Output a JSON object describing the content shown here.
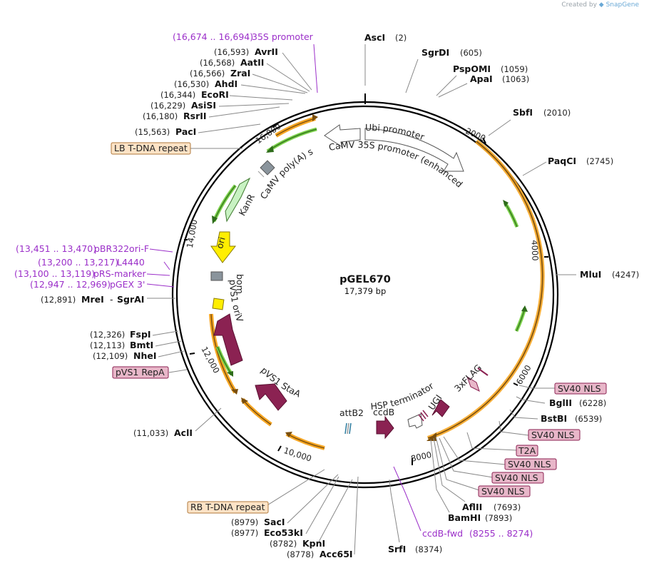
{
  "credit": {
    "prefix": "Created by",
    "brand": "SnapGene"
  },
  "plasmid": {
    "name": "pGEL670",
    "size": "17,379 bp"
  },
  "colors": {
    "orange": "#f6a623",
    "orange_edge": "#8a5a0e",
    "green": "#7bd14a",
    "green_edge": "#2d6b1a",
    "maroon": "#8b2252",
    "lightpink": "#e8b7c9",
    "primer": "#9b2fc9",
    "yellow": "#ffee00"
  },
  "ticks": [
    {
      "label": "2000"
    },
    {
      "label": "4000"
    },
    {
      "label": "6000"
    },
    {
      "label": "8000"
    },
    {
      "label": "10,000"
    },
    {
      "label": "12,000"
    },
    {
      "label": "14,000"
    },
    {
      "label": "16,000"
    }
  ],
  "right_sites": [
    {
      "name": "AscI",
      "pos": "(2)"
    },
    {
      "name": "SgrDI",
      "pos": "(605)"
    },
    {
      "name": "PspOMI",
      "pos": "(1059)"
    },
    {
      "name": "ApaI",
      "pos": "(1063)"
    },
    {
      "name": "SbfI",
      "pos": "(2010)"
    },
    {
      "name": "PaqCI",
      "pos": "(2745)"
    },
    {
      "name": "MluI",
      "pos": "(4247)"
    },
    {
      "name": "BglII",
      "pos": "(6228)"
    },
    {
      "name": "BstBI",
      "pos": "(6539)"
    },
    {
      "name": "AflII",
      "pos": "(7693)"
    },
    {
      "name": "BamHI",
      "pos": "(7893)"
    },
    {
      "name": "SrfI",
      "pos": "(8374)"
    }
  ],
  "right_boxes": [
    {
      "label": "SV40 NLS"
    },
    {
      "label": "SV40 NLS"
    },
    {
      "label": "T2A"
    },
    {
      "label": "SV40 NLS"
    },
    {
      "label": "SV40 NLS"
    },
    {
      "label": "SV40 NLS"
    }
  ],
  "left_sites": [
    {
      "name": "AvrII",
      "pos": "(16,593)"
    },
    {
      "name": "AatII",
      "pos": "(16,568)"
    },
    {
      "name": "ZraI",
      "pos": "(16,566)"
    },
    {
      "name": "AhdI",
      "pos": "(16,530)"
    },
    {
      "name": "EcoRI",
      "pos": "(16,344)"
    },
    {
      "name": "AsiSI",
      "pos": "(16,229)"
    },
    {
      "name": "RsrII",
      "pos": "(16,180)"
    },
    {
      "name": "PacI",
      "pos": "(15,563)"
    },
    {
      "name": "MreI",
      "pos": "(12,891)",
      "extra": "SgrAI"
    },
    {
      "name": "FspI",
      "pos": "(12,326)"
    },
    {
      "name": "BmtI",
      "pos": "(12,113)"
    },
    {
      "name": "NheI",
      "pos": "(12,109)"
    },
    {
      "name": "AclI",
      "pos": "(11,033)"
    },
    {
      "name": "SacI",
      "pos": "(8979)"
    },
    {
      "name": "Eco53kI",
      "pos": "(8977)"
    },
    {
      "name": "KpnI",
      "pos": "(8782)"
    },
    {
      "name": "Acc65I",
      "pos": "(8778)"
    }
  ],
  "left_boxes": [
    {
      "label": "LB T-DNA repeat"
    },
    {
      "label": "pVS1 RepA"
    },
    {
      "label": "RB T-DNA repeat"
    }
  ],
  "primers": [
    {
      "range": "(16,674 .. 16,694)",
      "name": "35S promoter"
    },
    {
      "range": "(13,451 .. 13,470)",
      "name": "pBR322ori-F"
    },
    {
      "range": "(13,200 .. 13,217)",
      "name": "L4440"
    },
    {
      "range": "(13,100 .. 13,119)",
      "name": "pRS-marker"
    },
    {
      "range": "(12,947 .. 12,969)",
      "name": "pGEX 3'"
    },
    {
      "range": "(8255 .. 8274)",
      "name": "ccdB-fwd"
    }
  ],
  "features": {
    "ubi": "Ubi promoter",
    "camv35s": "CaMV 35S promoter (enhanced)",
    "polya": "CaMV poly(A) signal",
    "kanr": "KanR",
    "ori": "ori",
    "bom": "bom",
    "pvs1_oriv": "pVS1 oriV",
    "pvs1_staa": "pVS1 StaA",
    "attb2": "attB2",
    "ccdb": "ccdB",
    "hsp": "HSP terminator",
    "ugi": "UGI",
    "flag": "3xFLAG"
  }
}
